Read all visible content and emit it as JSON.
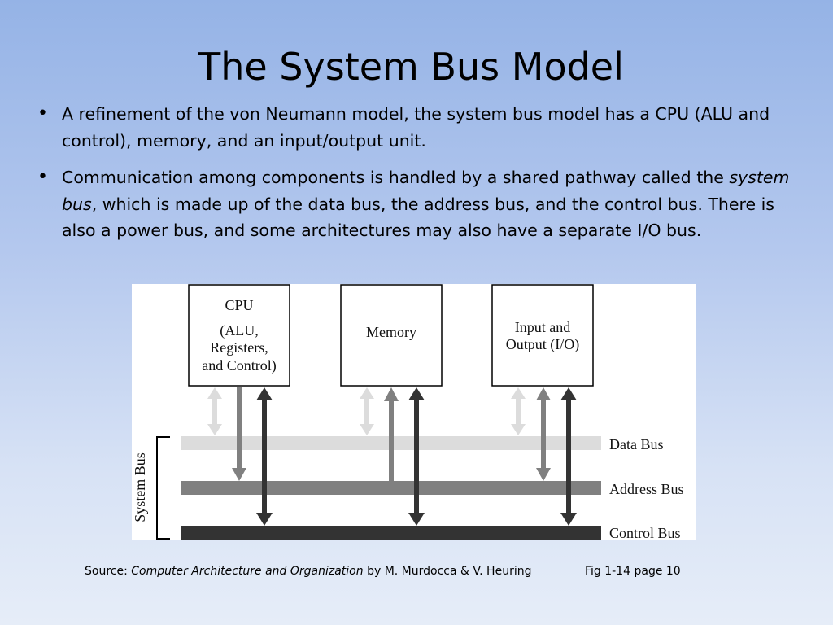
{
  "slide": {
    "title": "The System Bus Model",
    "bullet1": "A refinement of the von Neumann model, the system bus model has a CPU (ALU and control), memory, and an input/output unit.",
    "bullet2_pre": "Communication among components is handled by a shared pathway called the ",
    "bullet2_em": "system bus",
    "bullet2_post": ", which is made up of the data bus, the address bus, and the control bus. There is also a power bus, and some architectures may also have a separate I/O bus."
  },
  "diagram": {
    "cpu": {
      "line1": "CPU",
      "line2": "(ALU,",
      "line3": "Registers,",
      "line4": "and Control)"
    },
    "memory": {
      "label": "Memory"
    },
    "io": {
      "line1": "Input and",
      "line2": "Output (I/O)"
    },
    "buses": {
      "data": "Data Bus",
      "address": "Address Bus",
      "control": "Control Bus",
      "system": "System Bus"
    },
    "colors": {
      "data_bus": "#dcdcdc",
      "address_bus": "#808080",
      "control_bus": "#333333"
    }
  },
  "footer": {
    "source_prefix": "Source: ",
    "book_title": "Computer Architecture and Organization",
    "authors": " by M. Murdocca & V. Heuring",
    "figure_ref": "Fig 1-14 page 10"
  }
}
